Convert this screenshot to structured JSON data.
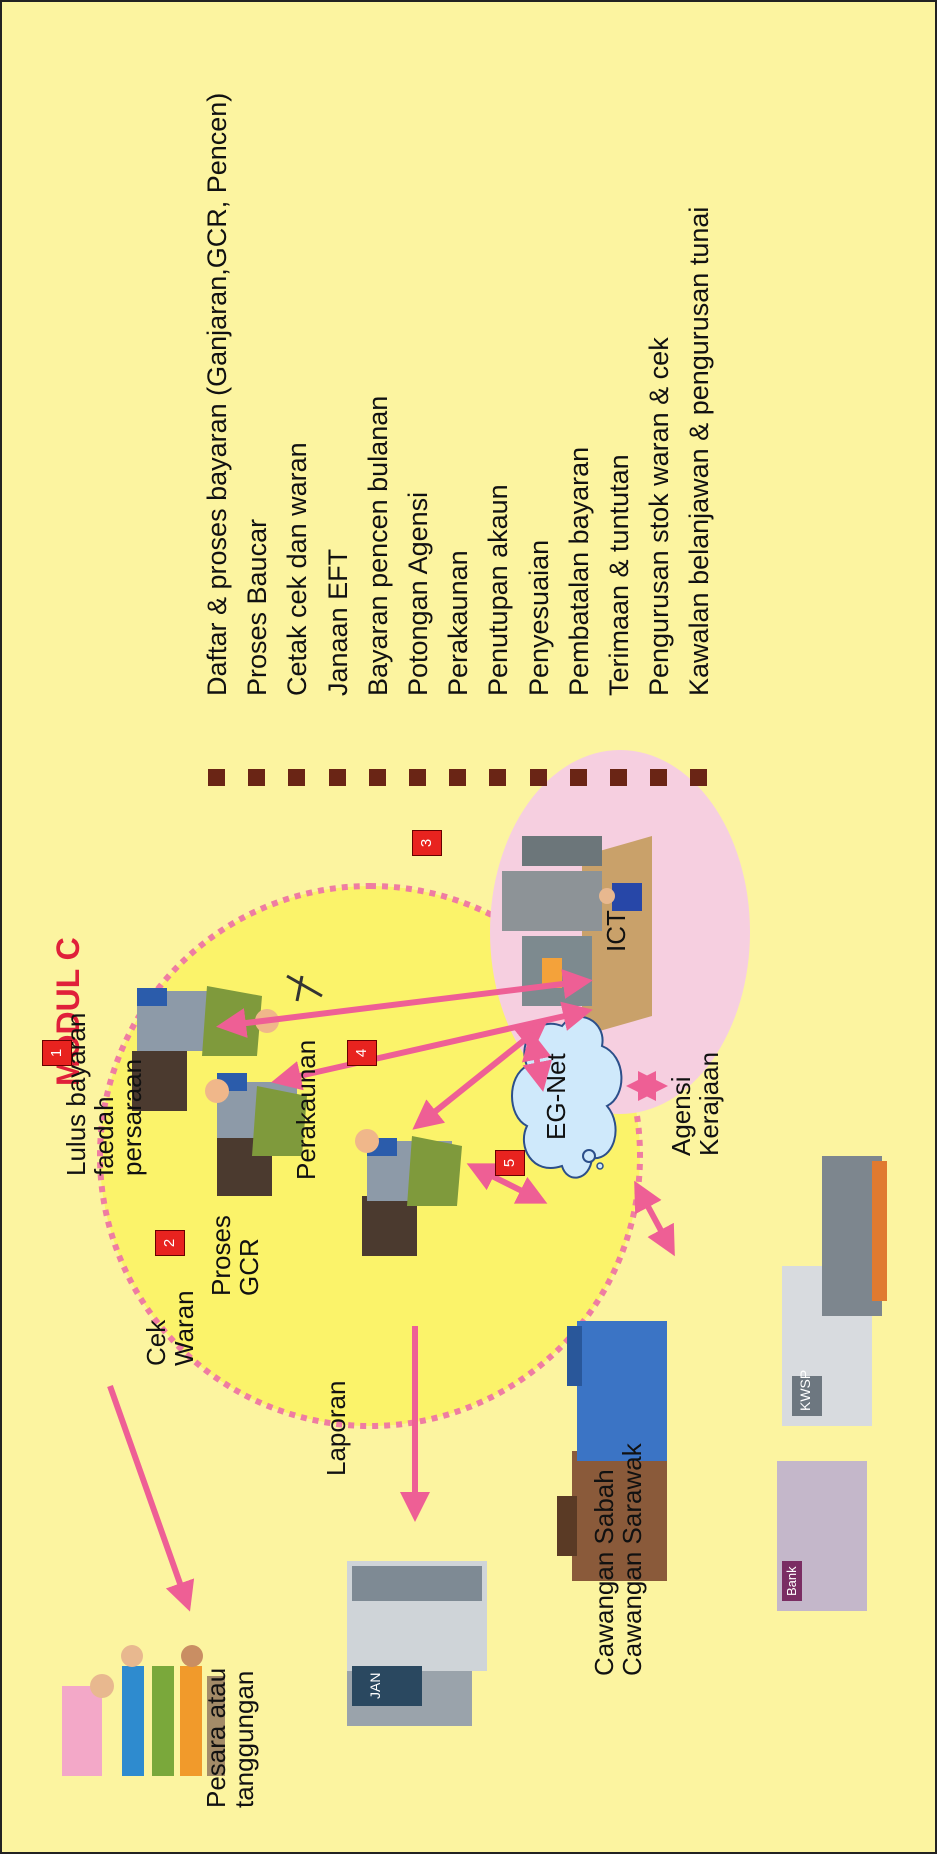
{
  "diagram": {
    "title": "MODUL C",
    "labels": {
      "lulus": "Lulus bayaran\nfaedah\npersaraan",
      "cek_waran": "Cek\nWaran",
      "proses_gcr": "Proses\nGCR",
      "perakaunan": "Perakaunan",
      "laporan": "Laporan",
      "pesara": "Pesara atau\ntanggungan",
      "ict": "ICT",
      "egnet": "EG-Net",
      "agensi": "Agensi\nKerajaan",
      "cawangan": "Cawangan Sabah\nCawangan Sarawak",
      "kwsp_sign": "KWSP",
      "bank_sign": "Bank",
      "jan_sign": "JAN"
    },
    "markers": [
      "1",
      "2",
      "3",
      "4",
      "5"
    ]
  },
  "bullets": [
    "Daftar & proses bayaran (Ganjaran,GCR, Pencen)",
    "Proses Baucar",
    "Cetak cek dan waran",
    "Janaan EFT",
    "Bayaran pencen bulanan",
    "Potongan Agensi",
    "Perakaunan",
    "Penutupan akaun",
    "Penyesuaian",
    "Pembatalan bayaran",
    "Terimaan & tuntutan",
    "Pengurusan stok waran & cek",
    "Kawalan belanjawan & pengurusan tunai"
  ],
  "colors": {
    "background": "#fcf4a0",
    "circle": "#fbf36a",
    "arrow": "#ee5f95",
    "marker": "#e8231f",
    "title": "#e0203a",
    "bullet_square": "#6a2515",
    "ict_circle": "#f6cfe0",
    "cloud": "#cfe9fb"
  }
}
